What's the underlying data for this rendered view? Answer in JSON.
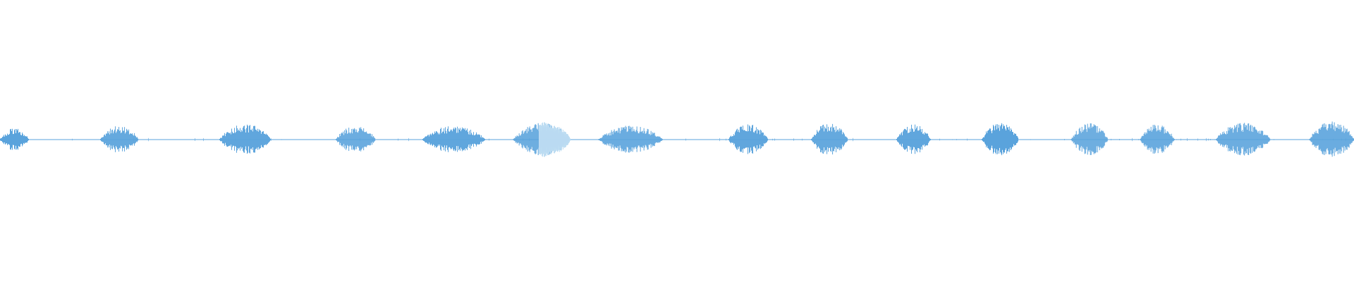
{
  "player": {
    "waveform": {
      "bars_per_pixel": 1,
      "colors": {
        "background": "#ffffff",
        "wave": "#5aa3dc",
        "progress": "#5aa3dc",
        "highlight_overlay": "#bcdcf2"
      },
      "progress_fraction": 0.0,
      "segments": [
        {
          "start": 0.0,
          "end": 0.021,
          "amp": 0.04
        },
        {
          "start": 0.074,
          "end": 0.102,
          "amp": 0.05
        },
        {
          "start": 0.162,
          "end": 0.2,
          "amp": 0.055
        },
        {
          "start": 0.248,
          "end": 0.277,
          "amp": 0.05
        },
        {
          "start": 0.312,
          "end": 0.358,
          "amp": 0.05
        },
        {
          "start": 0.379,
          "end": 0.421,
          "amp": 0.06
        },
        {
          "start": 0.442,
          "end": 0.489,
          "amp": 0.05
        },
        {
          "start": 0.538,
          "end": 0.567,
          "amp": 0.055
        },
        {
          "start": 0.599,
          "end": 0.626,
          "amp": 0.06
        },
        {
          "start": 0.662,
          "end": 0.687,
          "amp": 0.055
        },
        {
          "start": 0.725,
          "end": 0.752,
          "amp": 0.06
        },
        {
          "start": 0.791,
          "end": 0.818,
          "amp": 0.06
        },
        {
          "start": 0.842,
          "end": 0.867,
          "amp": 0.055
        },
        {
          "start": 0.898,
          "end": 0.938,
          "amp": 0.06
        },
        {
          "start": 0.967,
          "end": 1.0,
          "amp": 0.065
        }
      ],
      "highlighted_segment_index": 5
    }
  }
}
